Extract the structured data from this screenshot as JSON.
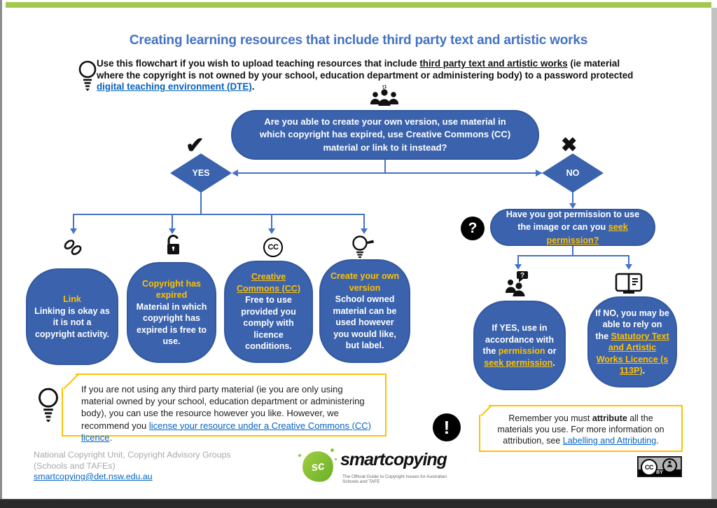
{
  "title": "Creating learning resources that include third party text and artistic works",
  "intro": {
    "pre": "Use this flowchart if you wish to upload teaching resources that include ",
    "underline": "third party text and artistic works",
    "mid": " (ie material where the copyright is not owned by your school, education department or administering body) to a password protected ",
    "link": "digital teaching environment (DTE)",
    "post": "."
  },
  "flow": {
    "main_question": "Are you able to create your own version, use material in which copyright has expired, use Creative Commons (CC) material or link to it instead?",
    "yes_label": "YES",
    "no_label": "NO",
    "branches": [
      {
        "heading": "Link",
        "body": "Linking is okay as it is not a copyright activity."
      },
      {
        "heading": "Copyright has expired",
        "body": "Material in which copyright has expired is free to use."
      },
      {
        "heading": "Creative Commons (CC)",
        "body": "Free to use provided you comply with licence conditions."
      },
      {
        "heading": "Create your own version",
        "body": "School owned material can be used however you would like, but label."
      }
    ],
    "permission_question": {
      "pre": "Have you got permission to use the image or can you ",
      "link": "seek permission?"
    },
    "permission_yes": {
      "pre": "If YES, use in accordance with the ",
      "bold": "permission",
      "mid": " or ",
      "link": "seek permission",
      "post": "."
    },
    "permission_no": {
      "pre": "If NO, you may be able to rely on the ",
      "link": "Statutory Text and Artistic Works Licence (s 113P)",
      "post": "."
    }
  },
  "tip_box": {
    "pre": "If you are not using any third party material (ie you are only using material owned by your school, education department or administering body), you can use the resource however you like. However, we recommend you ",
    "link": "license your resource under a Creative Commons (CC) licence",
    "post": "."
  },
  "attribution_box": {
    "pre": "Remember you must ",
    "bold": "attribute",
    "mid": " all the materials you use. For more information on attribution, see ",
    "link": "Labelling and Attributing",
    "post": "."
  },
  "footer": {
    "org_line1": "National Copyright Unit, Copyright Advisory Groups",
    "org_line2": "(Schools and TAFEs)",
    "email": "smartcopying@det.nsw.edu.au",
    "logo_initials": "sc",
    "logo_name": "smartcopying",
    "logo_tagline": "The Official Guide to Copyright Issues for Australian Schools and TAFE",
    "cc_badge_label": "BY"
  },
  "glyphs": {
    "check": "✔",
    "cross": "✖",
    "question": "?",
    "exclamation": "!",
    "cc": "CC"
  },
  "colors": {
    "accent_blue": "#3A62AD",
    "connector_blue": "#4472C4",
    "gold": "#FFC000",
    "link_blue": "#0563C1",
    "green_bar": "#A2C84F",
    "logo_green": "#7DBB36"
  }
}
